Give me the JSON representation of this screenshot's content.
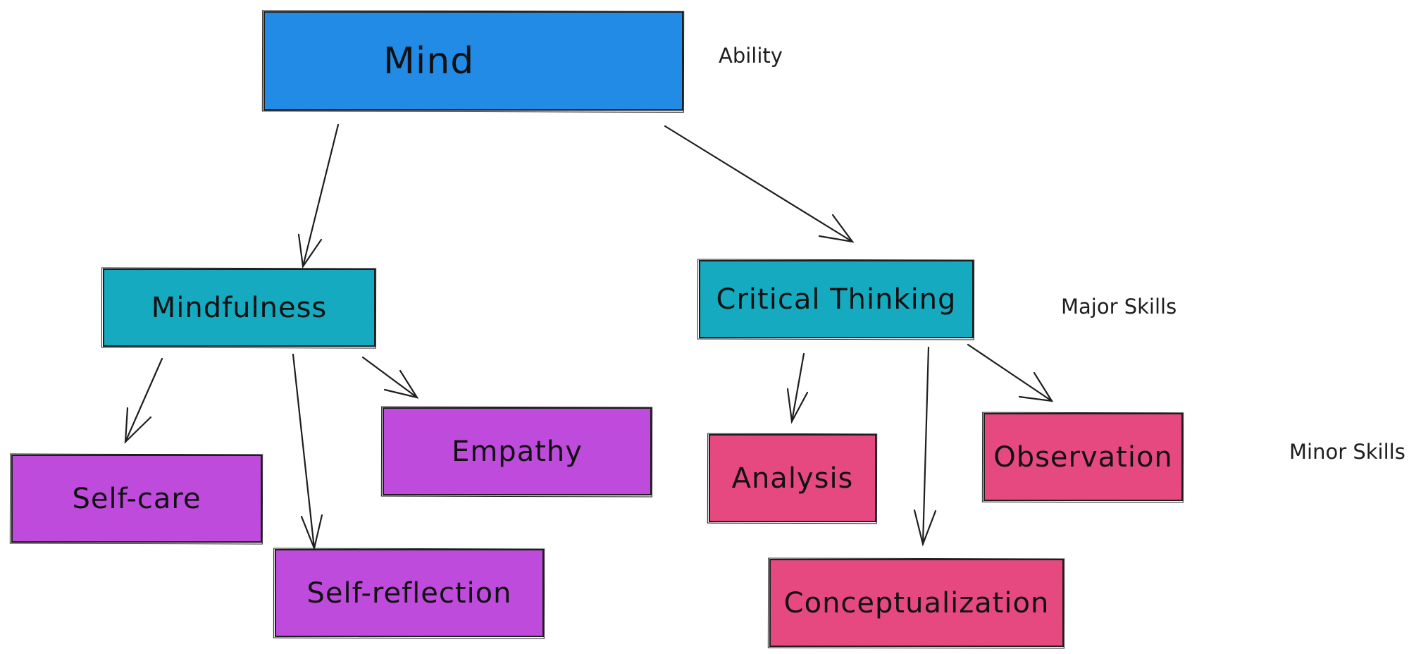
{
  "colors": {
    "ability": "#228be6",
    "major": "#15aabf",
    "minor_mindfulness": "#be4bdb",
    "minor_critical": "#e64980",
    "stroke": "#1e1e1e"
  },
  "tiers": {
    "ability": "Ability",
    "major": "Major Skills",
    "minor": "Minor Skills"
  },
  "nodes": {
    "mind": "Mind",
    "mindfulness": "Mindfulness",
    "critical_thinking": "Critical Thinking",
    "self_care": "Self-care",
    "self_reflection": "Self-reflection",
    "empathy": "Empathy",
    "analysis": "Analysis",
    "conceptualization": "Conceptualization",
    "observation": "Observation"
  },
  "edges": [
    {
      "from": "mind",
      "to": "mindfulness"
    },
    {
      "from": "mind",
      "to": "critical_thinking"
    },
    {
      "from": "mindfulness",
      "to": "self_care"
    },
    {
      "from": "mindfulness",
      "to": "self_reflection"
    },
    {
      "from": "mindfulness",
      "to": "empathy"
    },
    {
      "from": "critical_thinking",
      "to": "analysis"
    },
    {
      "from": "critical_thinking",
      "to": "conceptualization"
    },
    {
      "from": "critical_thinking",
      "to": "observation"
    }
  ]
}
